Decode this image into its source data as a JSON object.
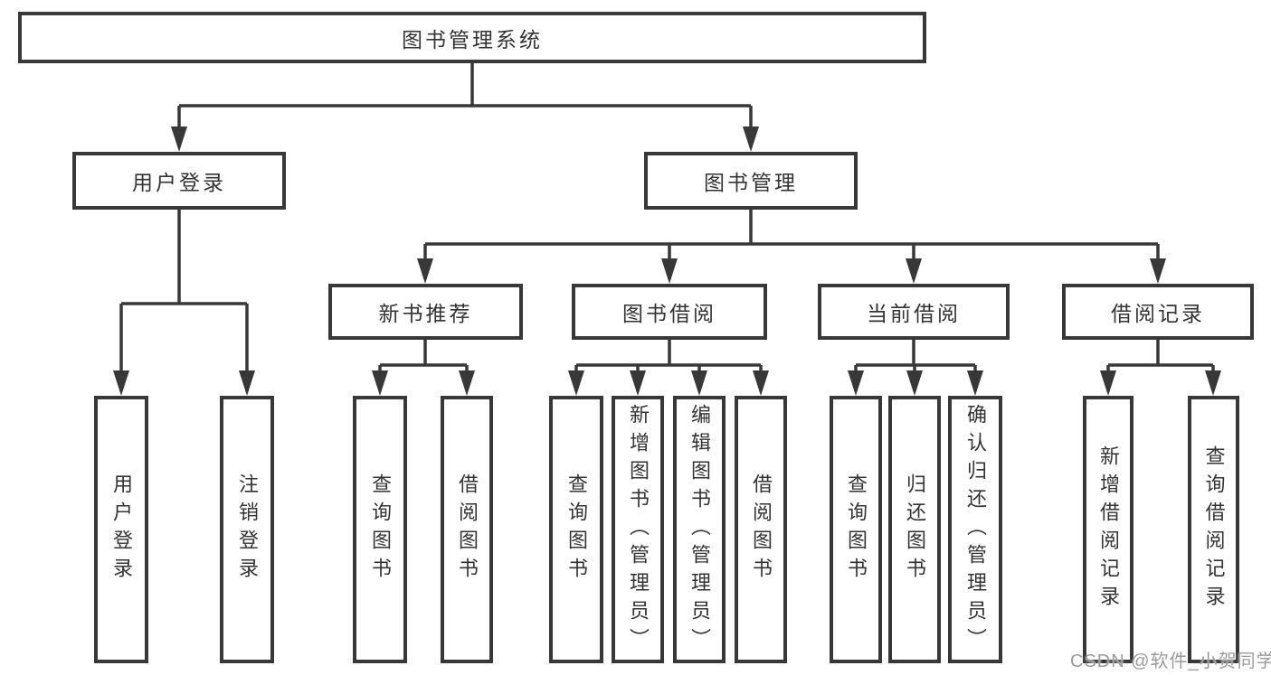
{
  "diagram": {
    "type": "hierarchy-tree",
    "colors": {
      "background": "#ffffff",
      "line": "#383838",
      "text": "#333333",
      "watermark": "#9b9b9b"
    },
    "nodes": {
      "root": {
        "label": "图书管理系统"
      },
      "user_login": {
        "label": "用户登录"
      },
      "book_management": {
        "label": "图书管理"
      },
      "new_book_recommend": {
        "label": "新书推荐"
      },
      "book_borrowing": {
        "label": "图书借阅"
      },
      "current_borrowing": {
        "label": "当前借阅"
      },
      "borrowing_records": {
        "label": "借阅记录"
      },
      "leaf_user_login": {
        "label": "用户登录"
      },
      "leaf_logout": {
        "label": "注销登录"
      },
      "leaf_query_books_recommend": {
        "label": "查询图书"
      },
      "leaf_borrow_books_recommend": {
        "label": "借阅图书"
      },
      "leaf_query_books_borrowing": {
        "label": "查询图书"
      },
      "leaf_add_books_admin": {
        "label": "新增图书（管理员）"
      },
      "leaf_edit_books_admin": {
        "label": "编辑图书（管理员）"
      },
      "leaf_borrow_books_borrowing": {
        "label": "借阅图书"
      },
      "leaf_query_books_current": {
        "label": "查询图书"
      },
      "leaf_return_books": {
        "label": "归还图书"
      },
      "leaf_confirm_return_admin": {
        "label": "确认归还（管理员）"
      },
      "leaf_add_borrow_record": {
        "label": "新增借阅记录"
      },
      "leaf_query_borrow_record": {
        "label": "查询借阅记录"
      }
    }
  },
  "watermark": {
    "text": "CSDN @软件_小贺同学"
  }
}
